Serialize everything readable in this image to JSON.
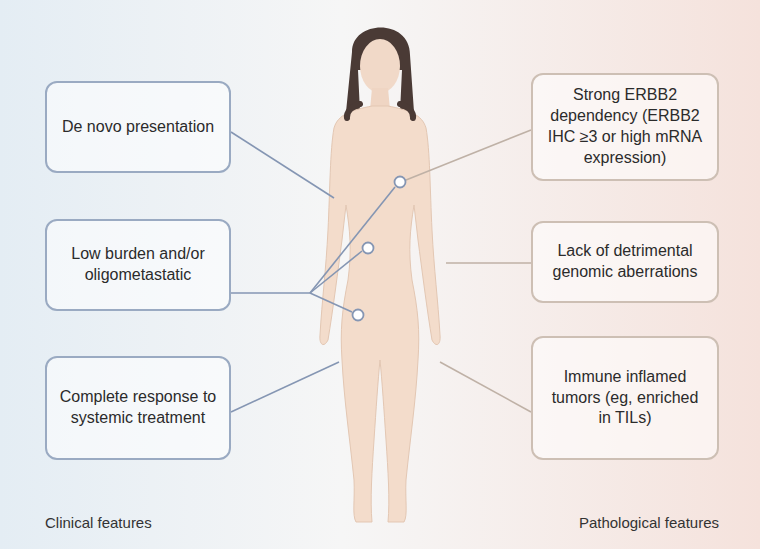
{
  "diagram": {
    "nodes": [
      {
        "text": [
          "De novo presentation"
        ]
      },
      {
        "text": [
          "Low burden and/or oligometastatic"
        ]
      },
      {
        "text": [
          "Complete response to systemic treatment"
        ]
      },
      {
        "text": [
          "Strong ERBB2 dependency (ERBB2 IHC ≥3 or high mRNA expression)"
        ]
      },
      {
        "text": [
          "Lack of detrimental genomic aberrations"
        ]
      },
      {
        "text": [
          "Immune inflamed tumors (eg, enriched in TILs)"
        ]
      }
    ],
    "labels": [
      "Clinical features",
      "Pathological features"
    ]
  }
}
